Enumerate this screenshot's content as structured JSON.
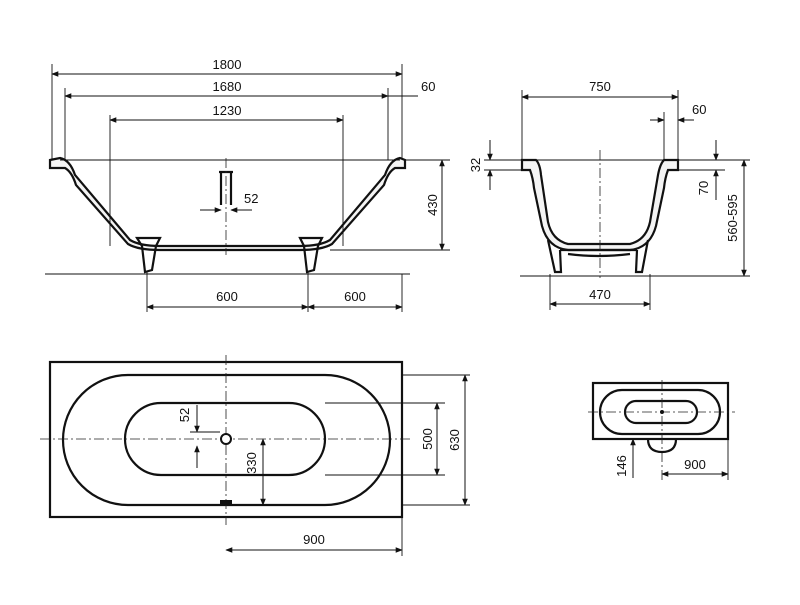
{
  "side_view": {
    "dims": {
      "overall_length": "1800",
      "inner_length": "1680",
      "bottom_length": "1230",
      "rim_overhang": "60",
      "drain_offset": "52",
      "height": "430",
      "leg_span_left": "600",
      "leg_span_right": "600"
    }
  },
  "end_view": {
    "dims": {
      "width": "750",
      "rim_overhang": "60",
      "rim_thickness": "32",
      "rim_drop": "70",
      "total_height": "560-595",
      "base_width": "470"
    }
  },
  "plan_view": {
    "dims": {
      "drain_side_offset": "52",
      "drain_to_edge": "330",
      "inner_width": "500",
      "outer_width": "630",
      "drain_position": "900"
    }
  },
  "mini_plan": {
    "dims": {
      "depth": "146",
      "position": "900"
    }
  }
}
